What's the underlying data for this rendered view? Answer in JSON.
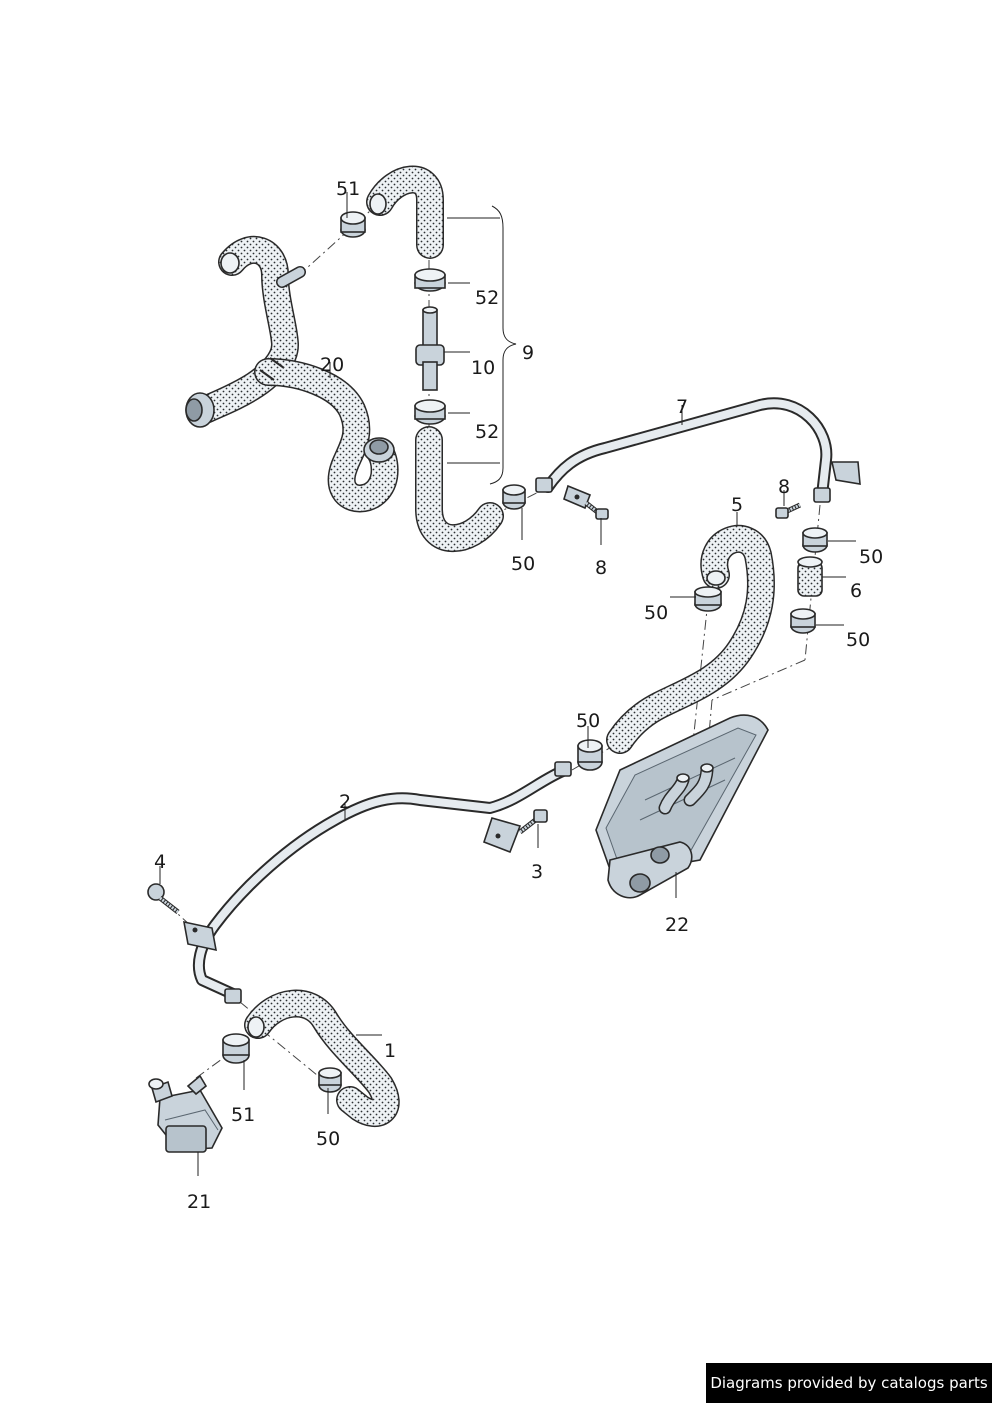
{
  "colors": {
    "hose_fill": "#eef2f5",
    "hose_dots": "#2b2f33",
    "metal": "#c9d3db",
    "metal_dark": "#8f9ba5",
    "line": "#2a2a2a"
  },
  "callouts": [
    {
      "id": "c-51-top",
      "label": "51",
      "name": "callout-51-top"
    },
    {
      "id": "c-52-upper",
      "label": "52",
      "name": "callout-52-upper"
    },
    {
      "id": "c-10",
      "label": "10",
      "name": "callout-10"
    },
    {
      "id": "c-9",
      "label": "9",
      "name": "callout-9"
    },
    {
      "id": "c-52-lower",
      "label": "52",
      "name": "callout-52-lower"
    },
    {
      "id": "c-20",
      "label": "20",
      "name": "callout-20"
    },
    {
      "id": "c-7",
      "label": "7",
      "name": "callout-7"
    },
    {
      "id": "c-50-a",
      "label": "50",
      "name": "callout-50-a"
    },
    {
      "id": "c-8-a",
      "label": "8",
      "name": "callout-8-a"
    },
    {
      "id": "c-8-b",
      "label": "8",
      "name": "callout-8-b"
    },
    {
      "id": "c-5",
      "label": "5",
      "name": "callout-5"
    },
    {
      "id": "c-50-b",
      "label": "50",
      "name": "callout-50-b"
    },
    {
      "id": "c-6",
      "label": "6",
      "name": "callout-6"
    },
    {
      "id": "c-50-c",
      "label": "50",
      "name": "callout-50-c"
    },
    {
      "id": "c-50-d",
      "label": "50",
      "name": "callout-50-d"
    },
    {
      "id": "c-50-e",
      "label": "50",
      "name": "callout-50-e"
    },
    {
      "id": "c-2",
      "label": "2",
      "name": "callout-2"
    },
    {
      "id": "c-3",
      "label": "3",
      "name": "callout-3"
    },
    {
      "id": "c-22",
      "label": "22",
      "name": "callout-22"
    },
    {
      "id": "c-4",
      "label": "4",
      "name": "callout-4"
    },
    {
      "id": "c-1",
      "label": "1",
      "name": "callout-1"
    },
    {
      "id": "c-51-bottom",
      "label": "51",
      "name": "callout-51-bottom"
    },
    {
      "id": "c-50-f",
      "label": "50",
      "name": "callout-50-f"
    },
    {
      "id": "c-21",
      "label": "21",
      "name": "callout-21"
    }
  ],
  "watermark": {
    "text": "Diagrams provided by catalogs parts"
  }
}
